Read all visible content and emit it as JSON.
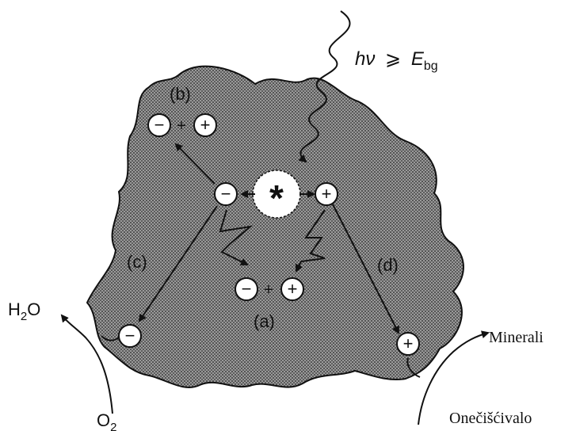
{
  "photon": {
    "symbol": "hν",
    "relation": "⩾",
    "energy_symbol": "E",
    "energy_subscript": "bg"
  },
  "center_symbol": "*",
  "charges": {
    "minus": "−",
    "plus": "+",
    "pair_joiner": "+"
  },
  "pathway_labels": {
    "a": "(a)",
    "b": "(b)",
    "c": "(c)",
    "d": "(d)"
  },
  "species": {
    "water_main": "H",
    "water_sub": "2",
    "water_tail": "O",
    "oxygen_main": "O",
    "oxygen_sub": "2",
    "minerals": "Minerali",
    "pollutant": "Onečišćivalo"
  },
  "colors": {
    "particle_fill": "#8a8a8a",
    "outline": "#111111",
    "carrier_fill": "#ffffff",
    "center_fill": "#ffffff"
  }
}
